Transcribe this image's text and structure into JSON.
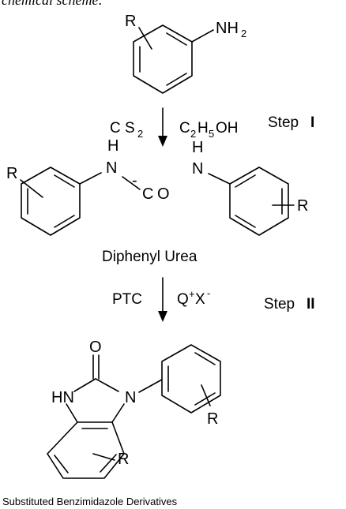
{
  "header": {
    "partial_caption": "chemical scheme:"
  },
  "start_material": {
    "substituent": "R",
    "amine": "NH",
    "amine_subscript": "2"
  },
  "step1": {
    "reagent_left_main": "C S",
    "reagent_left_sub": "2",
    "reagent_right_c": "C",
    "reagent_right_sub1": "2",
    "reagent_right_h": "H",
    "reagent_right_sub2": "5",
    "reagent_right_oh": "OH",
    "step_word": "Step",
    "step_num": "I"
  },
  "intermediate": {
    "substituent_left": "R",
    "substituent_right": "R",
    "h_left": "H",
    "h_right": "H",
    "n_left": "N",
    "n_right": "N",
    "dash": "-",
    "c": "C",
    "o": "O",
    "name": "Diphenyl Urea"
  },
  "step2": {
    "reagent_left": "PTC",
    "reagent_right_q": "Q",
    "reagent_right_plus": "+",
    "reagent_right_x": "X",
    "reagent_right_minus": "-",
    "step_word": "Step",
    "step_num": "II"
  },
  "product": {
    "o": "O",
    "hn": "HN",
    "n": "N",
    "substituent_phenyl": "R",
    "substituent_benzo": "R",
    "name": "Substituted Benzimidazole Derivatives"
  }
}
